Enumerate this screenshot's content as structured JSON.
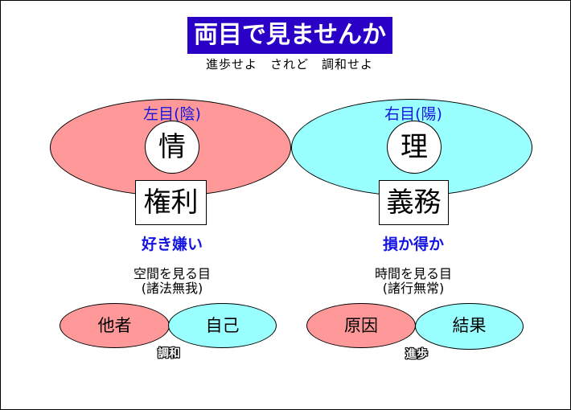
{
  "title": "両目で見ませんか",
  "subtitle": "進歩せよ　されど　調和せよ",
  "left": {
    "eye_label": "左目(陰)",
    "core": "情",
    "box": "権利",
    "value": "好き嫌い",
    "view_line1": "空間を見る目",
    "view_line2": "(諸法無我)",
    "pair": [
      "他者",
      "自己"
    ],
    "pair_link": "調和",
    "color": "#ff9999"
  },
  "right": {
    "eye_label": "右目(陽)",
    "core": "理",
    "box": "義務",
    "value": "損か得か",
    "view_line1": "時間を見る目",
    "view_line2": "(諸行無常)",
    "pair": [
      "原因",
      "結果"
    ],
    "pair_link": "進歩",
    "color": "#99ffff"
  }
}
